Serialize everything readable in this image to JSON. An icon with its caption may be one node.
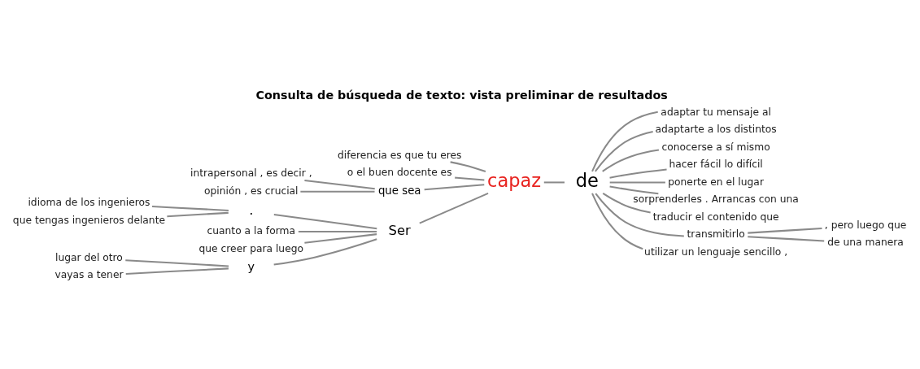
{
  "diagram": {
    "title": "Consulta de búsqueda de texto: vista preliminar de resultados",
    "nodes": [
      {
        "text": [
          "diferencia es que tu eres"
        ]
      },
      {
        "text": [
          "o el buen docente es"
        ]
      },
      {
        "text": [
          "intrapersonal , es decir ,"
        ]
      },
      {
        "text": [
          "opinión , es crucial"
        ]
      },
      {
        "text": [
          "que sea"
        ]
      },
      {
        "text": [
          "idioma de los ingenieros"
        ]
      },
      {
        "text": [
          "que tengas ingenieros delante"
        ]
      },
      {
        "text": [
          "."
        ]
      },
      {
        "text": [
          "cuanto a la forma"
        ]
      },
      {
        "text": [
          "que creer para luego"
        ]
      },
      {
        "text": [
          "Ser"
        ]
      },
      {
        "text": [
          "lugar del otro"
        ]
      },
      {
        "text": [
          "vayas a tener"
        ]
      },
      {
        "text": [
          "y"
        ]
      },
      {
        "text": [
          "capaz"
        ]
      },
      {
        "text": [
          "de"
        ]
      },
      {
        "text": [
          "adaptar tu mensaje al"
        ]
      },
      {
        "text": [
          "adaptarte a los distintos"
        ]
      },
      {
        "text": [
          "conocerse a sí mismo"
        ]
      },
      {
        "text": [
          "hacer fácil lo difícil"
        ]
      },
      {
        "text": [
          "ponerte en el lugar"
        ]
      },
      {
        "text": [
          "sorprenderles . Arrancas con una"
        ]
      },
      {
        "text": [
          "traducir el contenido que"
        ]
      },
      {
        "text": [
          "transmitirlo"
        ]
      },
      {
        "text": [
          ", pero luego que"
        ]
      },
      {
        "text": [
          "de una manera"
        ]
      },
      {
        "text": [
          "utilizar un lenguaje sencillo ,"
        ]
      }
    ],
    "edges": [
      {
        "from": 0,
        "to": 14,
        "arrow": "none"
      },
      {
        "from": 1,
        "to": 14,
        "arrow": "none"
      },
      {
        "from": 2,
        "to": 4,
        "arrow": "none"
      },
      {
        "from": 3,
        "to": 4,
        "arrow": "none"
      },
      {
        "from": 4,
        "to": 14,
        "arrow": "none"
      },
      {
        "from": 5,
        "to": 7,
        "arrow": "none"
      },
      {
        "from": 6,
        "to": 7,
        "arrow": "none"
      },
      {
        "from": 7,
        "to": 10,
        "arrow": "none"
      },
      {
        "from": 8,
        "to": 10,
        "arrow": "none"
      },
      {
        "from": 9,
        "to": 10,
        "arrow": "none"
      },
      {
        "from": 11,
        "to": 13,
        "arrow": "none"
      },
      {
        "from": 12,
        "to": 13,
        "arrow": "none"
      },
      {
        "from": 13,
        "to": 10,
        "arrow": "none"
      },
      {
        "from": 10,
        "to": 14,
        "arrow": "none"
      },
      {
        "from": 14,
        "to": 15,
        "arrow": "none"
      },
      {
        "from": 15,
        "to": 16,
        "arrow": "none"
      },
      {
        "from": 15,
        "to": 17,
        "arrow": "none"
      },
      {
        "from": 15,
        "to": 18,
        "arrow": "none"
      },
      {
        "from": 15,
        "to": 19,
        "arrow": "none"
      },
      {
        "from": 15,
        "to": 20,
        "arrow": "none"
      },
      {
        "from": 15,
        "to": 21,
        "arrow": "none"
      },
      {
        "from": 15,
        "to": 22,
        "arrow": "none"
      },
      {
        "from": 15,
        "to": 23,
        "arrow": "none"
      },
      {
        "from": 23,
        "to": 24,
        "arrow": "none"
      },
      {
        "from": 23,
        "to": 25,
        "arrow": "none"
      },
      {
        "from": 15,
        "to": 26,
        "arrow": "none"
      }
    ]
  }
}
